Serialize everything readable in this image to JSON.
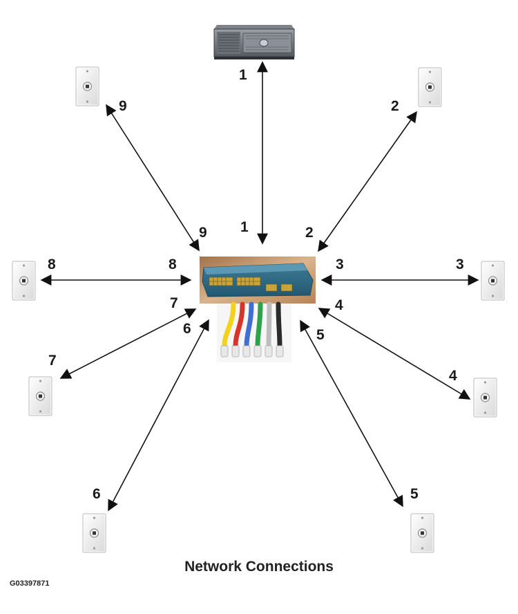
{
  "caption": "Network Connections",
  "figure_id": "G03397871",
  "colors": {
    "arrow": "#111111",
    "wall_plate": "#eeeeee",
    "switch_body": "#2f6e8c",
    "switch_background": "#c0936a"
  },
  "icons": {
    "server": "server-icon",
    "switch": "network-switch-icon",
    "wall_jack": "wall-jack-icon",
    "cables": "ethernet-cables-icon"
  },
  "cable_colors": [
    "#f2d21a",
    "#d8342a",
    "#3f6fd0",
    "#2aa34a",
    "#e6e6e6",
    "#2b2b2b"
  ],
  "connections": [
    {
      "id": "1",
      "device": "server",
      "far_label": "1",
      "near_label": "1"
    },
    {
      "id": "2",
      "device": "wall-jack",
      "far_label": "2",
      "near_label": "2"
    },
    {
      "id": "3",
      "device": "wall-jack",
      "far_label": "3",
      "near_label": "3"
    },
    {
      "id": "4",
      "device": "wall-jack",
      "far_label": "4",
      "near_label": "4"
    },
    {
      "id": "5",
      "device": "wall-jack",
      "far_label": "5",
      "near_label": "5"
    },
    {
      "id": "6",
      "device": "wall-jack",
      "far_label": "6",
      "near_label": "6"
    },
    {
      "id": "7",
      "device": "wall-jack",
      "far_label": "7",
      "near_label": "7"
    },
    {
      "id": "8",
      "device": "wall-jack",
      "far_label": "8",
      "near_label": "8"
    },
    {
      "id": "9",
      "device": "wall-jack",
      "far_label": "9",
      "near_label": "9"
    }
  ]
}
